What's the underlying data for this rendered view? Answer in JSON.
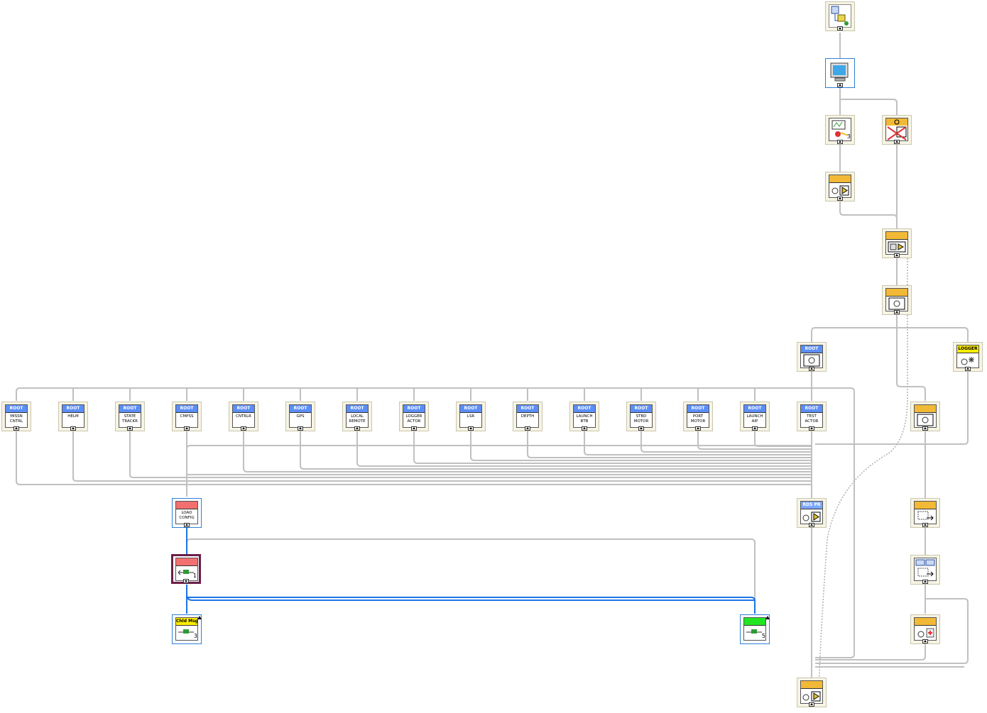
{
  "root_nodes": [
    {
      "key": "missn_cntrl",
      "header": "ROOT",
      "label": "MISSN\nCNTRL"
    },
    {
      "key": "helm",
      "header": "ROOT",
      "label": "HELM"
    },
    {
      "key": "state_trackr",
      "header": "ROOT",
      "label": "STATE\nTRACKR"
    },
    {
      "key": "cmpss",
      "header": "ROOT",
      "label": "CMPSS"
    },
    {
      "key": "cntrlr",
      "header": "ROOT",
      "label": "CNTRLR"
    },
    {
      "key": "gps",
      "header": "ROOT",
      "label": "GPS"
    },
    {
      "key": "local_remote",
      "header": "ROOT",
      "label": "LOCAL\nREMOTE"
    },
    {
      "key": "logger_actor",
      "header": "ROOT",
      "label": "LOGGER\nACTOR"
    },
    {
      "key": "lsr",
      "header": "ROOT",
      "label": "LSR"
    },
    {
      "key": "depth",
      "header": "ROOT",
      "label": "DEPTH"
    },
    {
      "key": "launch_btb",
      "header": "ROOT",
      "label": "LAUNCH\nBTB"
    },
    {
      "key": "stbd_motor",
      "header": "ROOT",
      "label": "STBD\nMOTOR"
    },
    {
      "key": "port_motor",
      "header": "ROOT",
      "label": "PORT\nMOTOR"
    },
    {
      "key": "launch_aip",
      "header": "ROOT",
      "label": "LAUNCH\nAIP"
    },
    {
      "key": "test_actor",
      "header": "ROOT",
      "label": "TEST\nACTOR"
    }
  ],
  "other_nodes": {
    "root_top": {
      "header": "ROOT"
    },
    "logger": {
      "header": "LOGGER"
    },
    "rds_pr": {
      "header": "RDS PR"
    },
    "load_config": {
      "label": "LOAD\nCONFIG"
    },
    "selected": {
      "number": "1"
    },
    "child_msg": {
      "header": "Chld Msg",
      "number": "3"
    },
    "green_node": {
      "number": "5"
    },
    "computer_num": {
      "number": "3"
    }
  }
}
